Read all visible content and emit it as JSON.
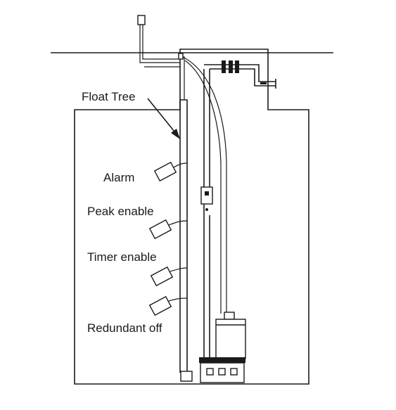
{
  "labels": {
    "float_tree": "Float Tree",
    "alarm": "Alarm",
    "peak_enable": "Peak enable",
    "timer_enable": "Timer enable",
    "redundant_off": "Redundant off"
  },
  "colors": {
    "ink": "#1a1a1a",
    "background": "#ffffff"
  }
}
